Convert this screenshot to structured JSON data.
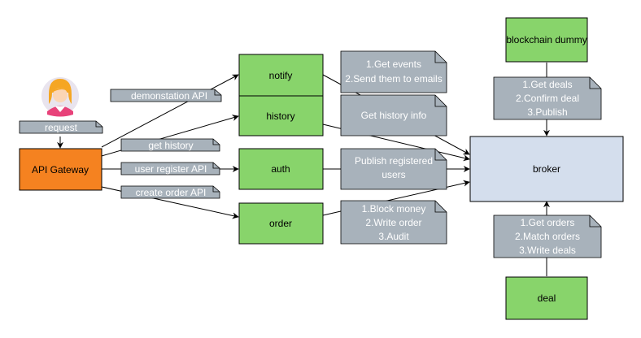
{
  "colors": {
    "green": "#88d46b",
    "orange": "#f58220",
    "blue": "#d4deed",
    "note": "#a8b2bb",
    "label": "#a8b2bb",
    "stroke": "#000000"
  },
  "nodes": {
    "api_gateway": "API Gateway",
    "notify": "notify",
    "history": "history",
    "auth": "auth",
    "order": "order",
    "broker": "broker",
    "blockchain": "blockchain dummy",
    "deal": "deal"
  },
  "labels": {
    "request": "request",
    "demonstation_api": "demonstation API",
    "get_history": "get history",
    "user_register_api": "user register API",
    "create_order_api": "create order API"
  },
  "notes": {
    "notify": [
      "1.Get events",
      "2.Send them to emails"
    ],
    "history": [
      "Get history info"
    ],
    "auth": [
      "Publish registered",
      "users"
    ],
    "order": [
      "1.Block money",
      "2.Write order",
      "3.Audit"
    ],
    "blockchain": [
      "1.Get deals",
      "2.Confirm deal",
      "3.Publish"
    ],
    "deal": [
      "1.Get orders",
      "2.Match orders",
      "3.Write deals"
    ]
  },
  "icons": {
    "user": "user-avatar-icon"
  }
}
